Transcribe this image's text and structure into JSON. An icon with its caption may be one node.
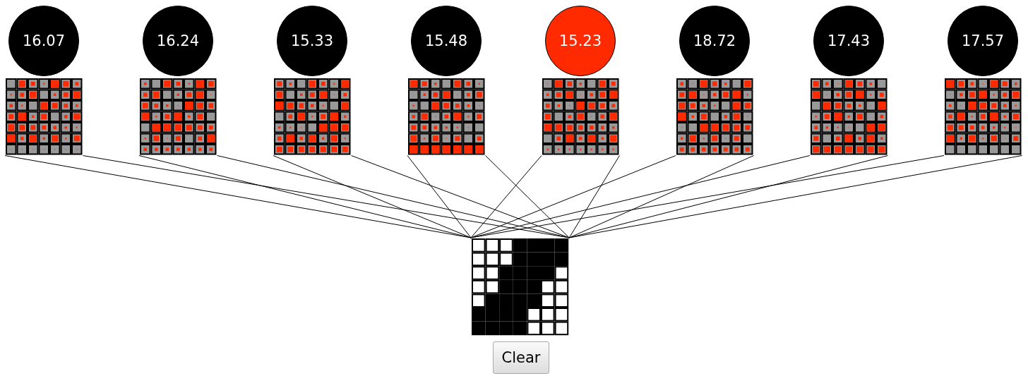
{
  "diagram": {
    "nodes": [
      {
        "text": [
          "16.07"
        ]
      },
      {
        "text": [
          "16.24"
        ]
      },
      {
        "text": [
          "15.33"
        ]
      },
      {
        "text": [
          "15.48"
        ]
      },
      {
        "text": [
          "15.23"
        ]
      },
      {
        "text": [
          "18.72"
        ]
      },
      {
        "text": [
          "17.43"
        ]
      },
      {
        "text": [
          "17.57"
        ]
      },
      {
        "text": [],
        "shape": "grid"
      },
      {
        "text": [],
        "shape": "grid"
      },
      {
        "text": [],
        "shape": "grid"
      },
      {
        "text": [],
        "shape": "grid"
      },
      {
        "text": [],
        "shape": "grid"
      },
      {
        "text": [],
        "shape": "grid"
      },
      {
        "text": [],
        "shape": "grid"
      },
      {
        "text": [],
        "shape": "grid"
      },
      {
        "text": [],
        "shape": "grid"
      }
    ],
    "edges": [
      {
        "from": 8,
        "to": 16,
        "arrow": "none"
      },
      {
        "from": 8,
        "to": 16,
        "arrow": "none"
      },
      {
        "from": 9,
        "to": 16,
        "arrow": "none"
      },
      {
        "from": 9,
        "to": 16,
        "arrow": "none"
      },
      {
        "from": 10,
        "to": 16,
        "arrow": "none"
      },
      {
        "from": 10,
        "to": 16,
        "arrow": "none"
      },
      {
        "from": 11,
        "to": 16,
        "arrow": "none"
      },
      {
        "from": 11,
        "to": 16,
        "arrow": "none"
      },
      {
        "from": 12,
        "to": 16,
        "arrow": "none"
      },
      {
        "from": 12,
        "to": 16,
        "arrow": "none"
      },
      {
        "from": 13,
        "to": 16,
        "arrow": "none"
      },
      {
        "from": 13,
        "to": 16,
        "arrow": "none"
      },
      {
        "from": 14,
        "to": 16,
        "arrow": "none"
      },
      {
        "from": 14,
        "to": 16,
        "arrow": "none"
      },
      {
        "from": 15,
        "to": 16,
        "arrow": "none"
      },
      {
        "from": 15,
        "to": 16,
        "arrow": "none"
      }
    ],
    "labels": [
      "Clear"
    ]
  }
}
